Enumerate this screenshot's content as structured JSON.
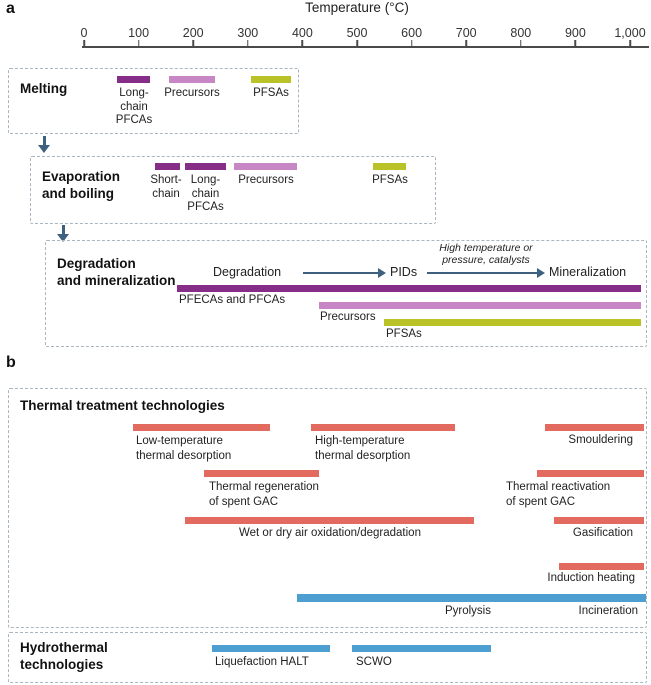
{
  "colors": {
    "dark_purple": "#862e87",
    "light_purple": "#c687c4",
    "yellow_green": "#b9c327",
    "red": "#e26a5f",
    "blue": "#4d9fd1",
    "flow_arrow": "#3d617f",
    "dashed_border": "#a9b5c1"
  },
  "chart_data": {
    "type": "bar",
    "subtype": "horizontal_temperature_ranges",
    "x_axis": {
      "label": "Temperature (°C)",
      "min": 0,
      "max": 1000,
      "tick_interval": 100,
      "ticks": [
        {
          "value": 0,
          "label": "0"
        },
        {
          "value": 100,
          "label": "100"
        },
        {
          "value": 200,
          "label": "200"
        },
        {
          "value": 300,
          "label": "300"
        },
        {
          "value": 400,
          "label": "400"
        },
        {
          "value": 500,
          "label": "500"
        },
        {
          "value": 600,
          "label": "600"
        },
        {
          "value": 700,
          "label": "700"
        },
        {
          "value": 800,
          "label": "800"
        },
        {
          "value": 900,
          "label": "900"
        },
        {
          "value": 1000,
          "label": "1,000"
        }
      ]
    },
    "panels": {
      "a": {
        "label": "a",
        "groups": [
          {
            "name": "Melting",
            "bars": [
              {
                "label": "Long-chain PFCAs",
                "label_lines": [
                  "Long-",
                  "chain",
                  "PFCAs"
                ],
                "range_c": [
                  60,
                  120
                ],
                "color": "dark_purple"
              },
              {
                "label": "Precursors",
                "range_c": [
                  155,
                  240
                ],
                "color": "light_purple"
              },
              {
                "label": "PFSAs",
                "range_c": [
                  305,
                  380
                ],
                "color": "yellow_green"
              }
            ]
          },
          {
            "name": "Evaporation and boiling",
            "name_lines": [
              "Evaporation",
              "and boiling"
            ],
            "bars": [
              {
                "label": "Short-chain",
                "label_lines": [
                  "Short-",
                  "chain"
                ],
                "range_c": [
                  130,
                  175
                ],
                "color": "dark_purple"
              },
              {
                "label": "Long-chain PFCAs",
                "label_lines": [
                  "Long-",
                  "chain",
                  "PFCAs"
                ],
                "range_c": [
                  185,
                  260
                ],
                "color": "dark_purple"
              },
              {
                "label": "Precursors",
                "range_c": [
                  275,
                  390
                ],
                "color": "light_purple"
              },
              {
                "label": "PFSAs",
                "range_c": [
                  530,
                  590
                ],
                "color": "yellow_green"
              }
            ]
          },
          {
            "name": "Degradation and mineralization",
            "name_lines": [
              "Degradation",
              "and mineralization"
            ],
            "flow": {
              "start": "Degradation",
              "intermediate": "PIDs",
              "condition": "High temperature or pressure, catalysts",
              "condition_lines": [
                "High temperature or",
                "pressure, catalysts"
              ],
              "end": "Mineralization"
            },
            "bars": [
              {
                "label": "PFECAs and PFCAs",
                "range_c": [
                  170,
                  1020
                ],
                "color": "dark_purple"
              },
              {
                "label": "Precursors",
                "range_c": [
                  430,
                  1020
                ],
                "color": "light_purple"
              },
              {
                "label": "PFSAs",
                "range_c": [
                  550,
                  1020
                ],
                "color": "yellow_green"
              }
            ]
          }
        ]
      },
      "b": {
        "label": "b",
        "groups": [
          {
            "name": "Thermal treatment technologies",
            "bars": [
              {
                "label": "Low-temperature thermal desorption",
                "label_lines": [
                  "Low-temperature",
                  "thermal desorption"
                ],
                "range_c": [
                  90,
                  340
                ],
                "color": "red"
              },
              {
                "label": "High-temperature thermal desorption",
                "label_lines": [
                  "High-temperature",
                  "thermal desorption"
                ],
                "range_c": [
                  415,
                  680
                ],
                "color": "red"
              },
              {
                "label": "Smouldering",
                "range_c": [
                  845,
                  1025
                ],
                "color": "red"
              },
              {
                "label": "Thermal regeneration of spent GAC",
                "label_lines": [
                  "Thermal regeneration",
                  "of spent GAC"
                ],
                "range_c": [
                  220,
                  430
                ],
                "color": "red"
              },
              {
                "label": "Thermal reactivation of spent GAC",
                "label_lines": [
                  "Thermal reactivation",
                  "of spent GAC"
                ],
                "range_c": [
                  830,
                  1025
                ],
                "color": "red"
              },
              {
                "label": "Wet or dry air oxidation/degradation",
                "range_c": [
                  185,
                  715
                ],
                "color": "red"
              },
              {
                "label": "Gasification",
                "range_c": [
                  860,
                  1025
                ],
                "color": "red"
              },
              {
                "label": "Induction heating",
                "range_c": [
                  870,
                  1025
                ],
                "color": "red"
              },
              {
                "labels": [
                  "Pyrolysis",
                  "Incineration"
                ],
                "range_c": [
                  390,
                  1030
                ],
                "color": "blue"
              }
            ]
          },
          {
            "name": "Hydrothermal technologies",
            "name_lines": [
              "Hydrothermal",
              "technologies"
            ],
            "bars": [
              {
                "label": "Liquefaction HALT",
                "range_c": [
                  235,
                  450
                ],
                "color": "blue"
              },
              {
                "label": "SCWO",
                "range_c": [
                  490,
                  745
                ],
                "color": "blue"
              }
            ]
          }
        ]
      }
    }
  }
}
